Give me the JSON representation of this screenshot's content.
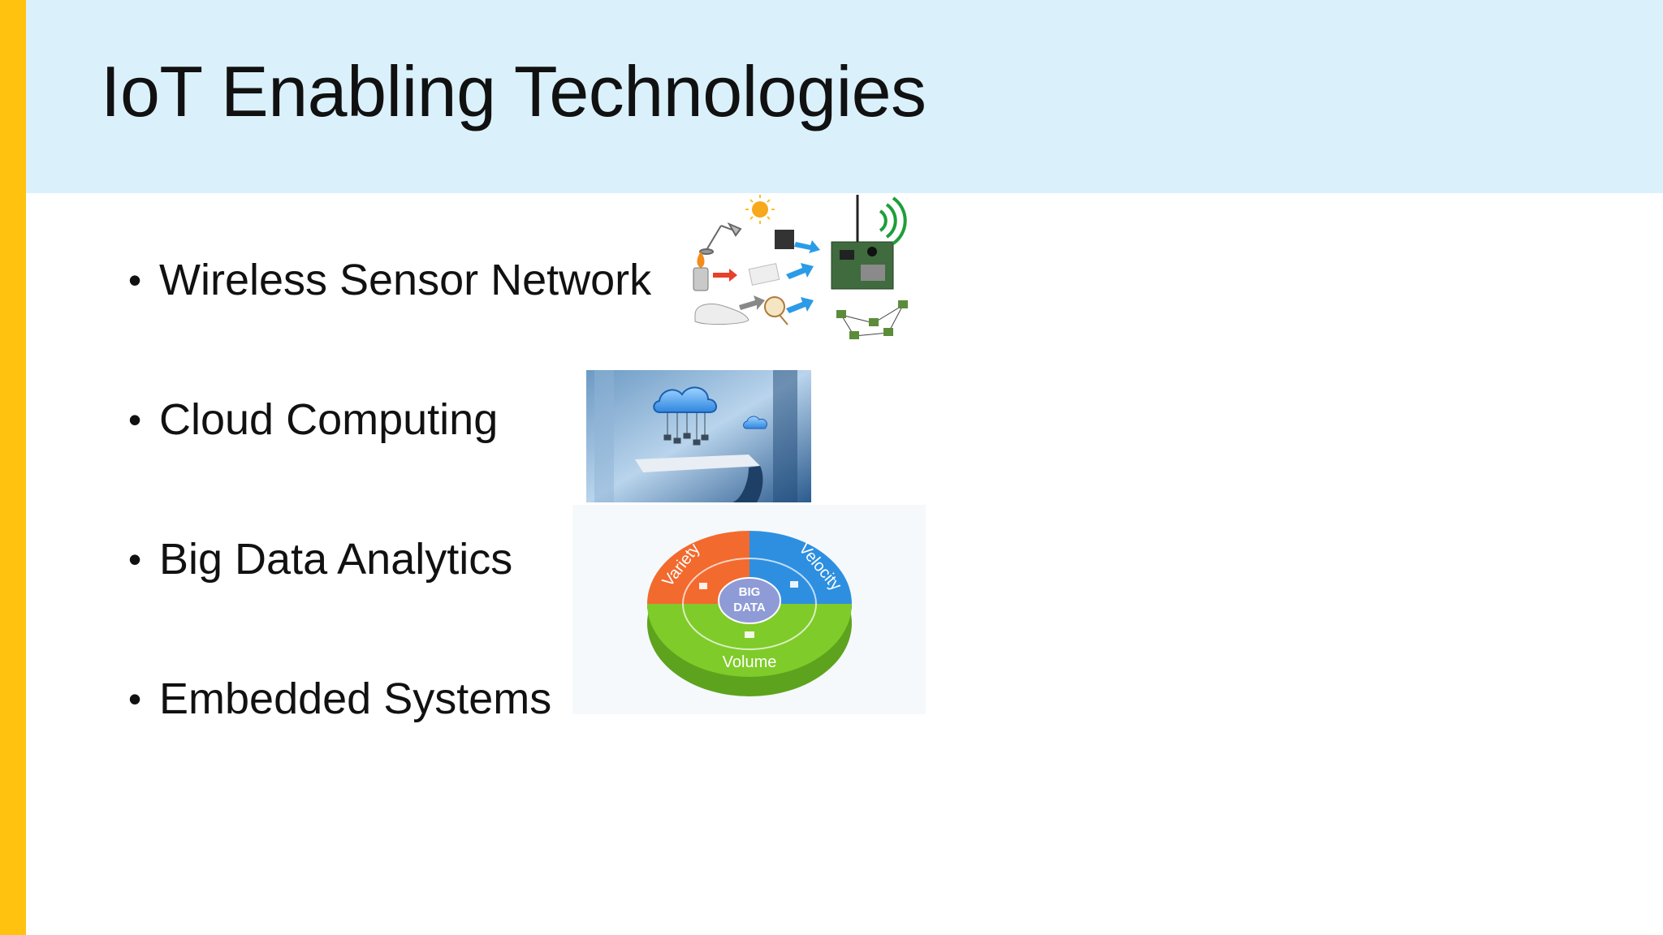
{
  "slide": {
    "title": "IoT Enabling Technologies",
    "accent_color": "#FFC20E",
    "header_color": "#DAF1FC"
  },
  "bullets": [
    {
      "label": "Wireless Sensor Network"
    },
    {
      "label": "Cloud Computing"
    },
    {
      "label": "Big Data Analytics"
    },
    {
      "label": "Embedded Systems"
    }
  ],
  "big_data_graphic": {
    "center_line1": "BIG",
    "center_line2": "DATA",
    "segment_variety": "Variety",
    "segment_velocity": "Velocity",
    "segment_volume": "Volume",
    "colors": {
      "variety": "#F26A2E",
      "velocity": "#2E8FE0",
      "volume": "#7FCB2A",
      "center": "#8E9BD6"
    }
  },
  "icons": {
    "wsn": "wireless-sensor-network-illustration",
    "cloud": "cloud-computing-photo",
    "bigdata": "big-data-3v-diagram"
  }
}
